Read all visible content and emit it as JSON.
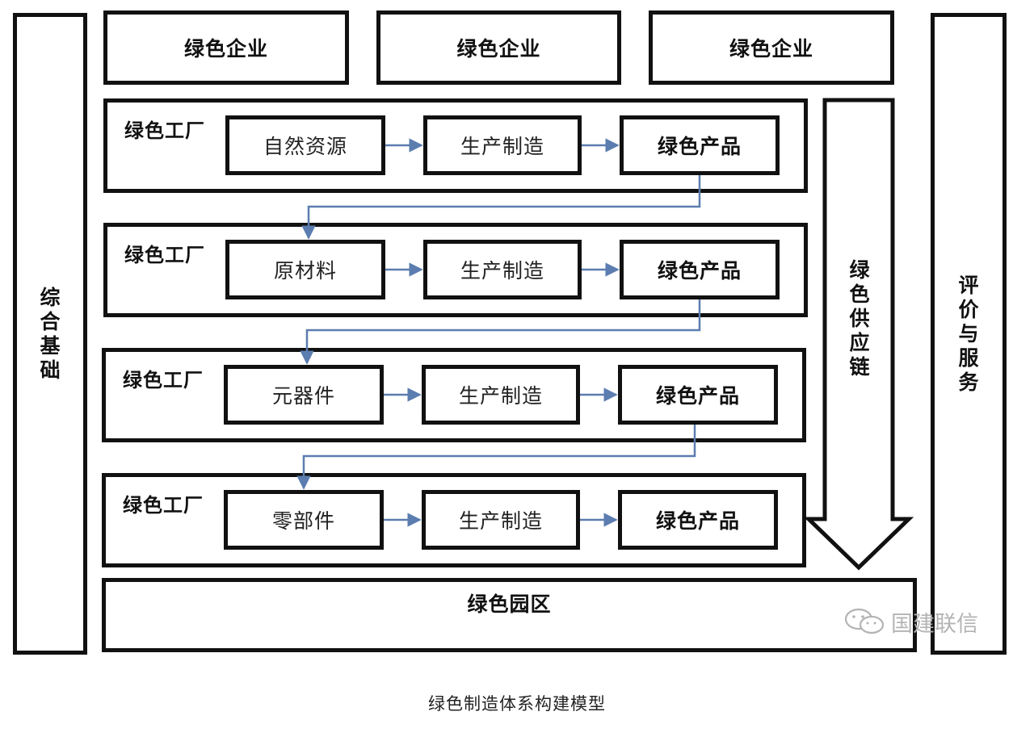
{
  "left_bar": "综合基础",
  "right_bar": "评价与服务",
  "enterprises": [
    "绿色企业",
    "绿色企业",
    "绿色企业"
  ],
  "factories": [
    {
      "label": "绿色工厂",
      "input": "自然资源",
      "process": "生产制造",
      "output": "绿色产品"
    },
    {
      "label": "绿色工厂",
      "input": "原材料",
      "process": "生产制造",
      "output": "绿色产品"
    },
    {
      "label": "绿色工厂",
      "input": "元器件",
      "process": "生产制造",
      "output": "绿色产品"
    },
    {
      "label": "绿色工厂",
      "input": "零部件",
      "process": "生产制造",
      "output": "绿色产品"
    }
  ],
  "supply_chain": "绿色供应链",
  "park": "绿色园区",
  "watermark": "国建联信",
  "caption": "绿色制造体系构建模型",
  "colors": {
    "border": "#111111",
    "connector": "#5b7db0",
    "watermark": "#b4b4b4"
  },
  "icons": {
    "watermark": "wechat-logo"
  }
}
